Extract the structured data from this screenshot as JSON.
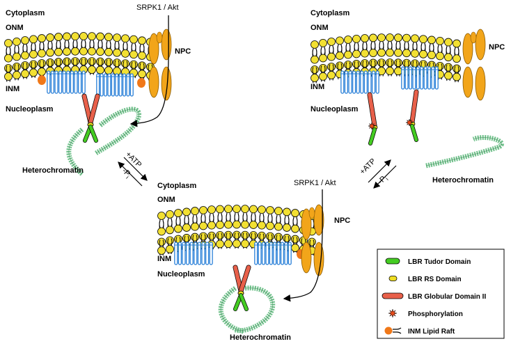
{
  "labels": {
    "cytoplasm": "Cytoplasm",
    "onm": "ONM",
    "inm": "INM",
    "nucleoplasm": "Nucleoplasm",
    "npc": "NPC",
    "heterochromatin": "Heterochromatin",
    "kinase": "SRPK1 / Akt",
    "plus_atp": "+ATP",
    "minus_pi": "-P",
    "minus_pi_sub": "i"
  },
  "legend": [
    {
      "label": "LBR Tudor Domain",
      "symbol": "tudor",
      "color": "#44cc22"
    },
    {
      "label": "LBR RS Domain",
      "symbol": "rs",
      "color": "#eedd22"
    },
    {
      "label": "LBR Globular Domain II",
      "symbol": "globular",
      "color": "#e8604a"
    },
    {
      "label": "Phosphorylation",
      "symbol": "phospho",
      "color": "#e84a1a"
    },
    {
      "label": "INM Lipid Raft",
      "symbol": "raft",
      "color": "#f07818"
    }
  ],
  "colors": {
    "lipid_head": "#f2e033",
    "npc": "#f2a51a",
    "helix": "#2a80d8",
    "chromatin": "#6fc08a",
    "raft": "#f07818"
  }
}
